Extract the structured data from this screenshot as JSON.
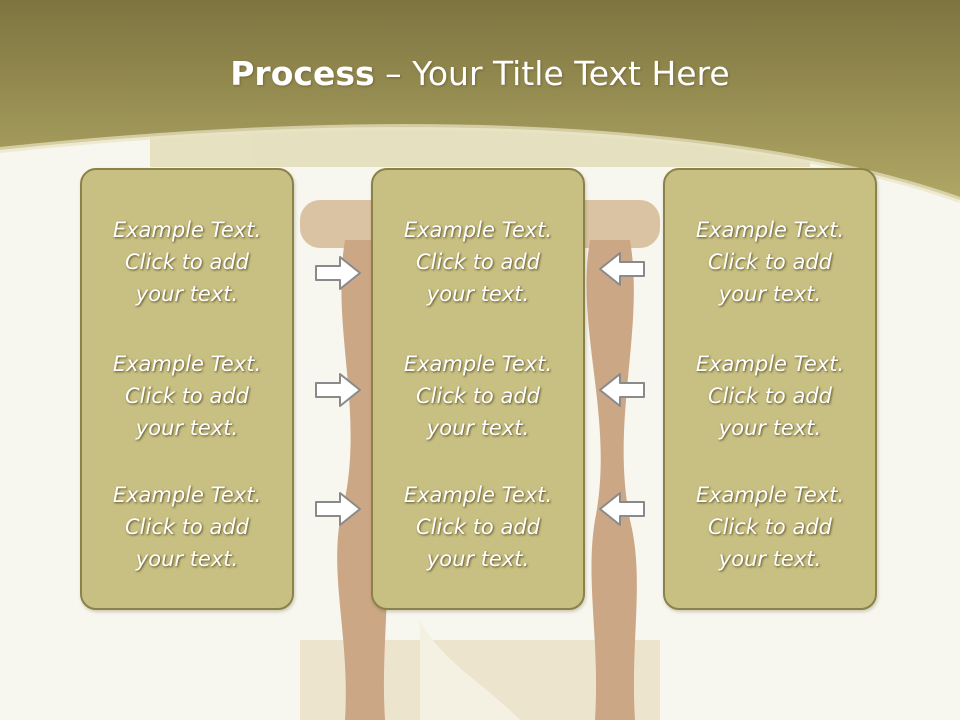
{
  "slide": {
    "title_bold": "Process",
    "title_rest": " – Your Title Text Here"
  },
  "columns": [
    {
      "items": [
        {
          "line1": "Example Text.",
          "line2": "Click  to add",
          "line3": "your text."
        },
        {
          "line1": "Example Text.",
          "line2": "Click  to add",
          "line3": "your text."
        },
        {
          "line1": "Example Text.",
          "line2": "Click  to add",
          "line3": "your text."
        }
      ]
    },
    {
      "items": [
        {
          "line1": "Example Text.",
          "line2": "Click  to add",
          "line3": "your text."
        },
        {
          "line1": "Example Text.",
          "line2": "Click  to add",
          "line3": "your text."
        },
        {
          "line1": "Example Text.",
          "line2": "Click  to add",
          "line3": "your text."
        }
      ]
    },
    {
      "items": [
        {
          "line1": "Example Text.",
          "line2": "Click  to add",
          "line3": "your text."
        },
        {
          "line1": "Example Text.",
          "line2": "Click  to add",
          "line3": "your text."
        },
        {
          "line1": "Example Text.",
          "line2": "Click  to add",
          "line3": "your text."
        }
      ]
    }
  ],
  "arrows": {
    "left_side": "right-arrow-icon",
    "right_side": "left-arrow-icon"
  },
  "colors": {
    "header_band": "#a89f5c",
    "box_fill": "#c8bf82",
    "box_border": "#8a8248",
    "background": "#f7f7ef"
  }
}
